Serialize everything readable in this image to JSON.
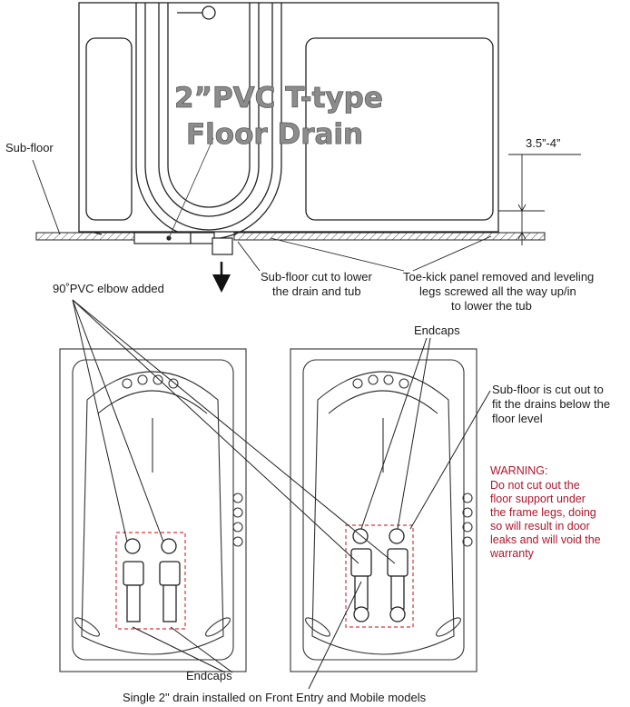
{
  "title": {
    "line1": "2”PVC T-type",
    "line2": "Floor Drain"
  },
  "labels": {
    "subfloor": "Sub-floor",
    "dimension": "3.5”-4”",
    "elbow": "90˚PVC elbow added",
    "subfloor_cut_1": "Sub-floor cut to lower",
    "subfloor_cut_2": "the drain and tub",
    "toekick_1": "Toe-kick panel removed and leveling",
    "toekick_2": "legs screwed all the way up/in",
    "toekick_3": "to lower the tub",
    "endcaps_top": "Endcaps",
    "subfloor_out_1": "Sub-floor is cut out to",
    "subfloor_out_2": "fit the drains below the",
    "subfloor_out_3": "floor level",
    "endcaps_bottom": "Endcaps",
    "caption": "Single 2\" drain installed on Front Entry and Mobile models"
  },
  "warning": {
    "heading": "WARNING:",
    "lines": [
      "Do not cut out the",
      "floor support under",
      "the frame legs, doing",
      "so will result in door",
      "leaks and will void the",
      "warranty"
    ]
  },
  "colors": {
    "warning": "#b0162a",
    "highlight_box": "#d9363e",
    "line": "#222222"
  }
}
